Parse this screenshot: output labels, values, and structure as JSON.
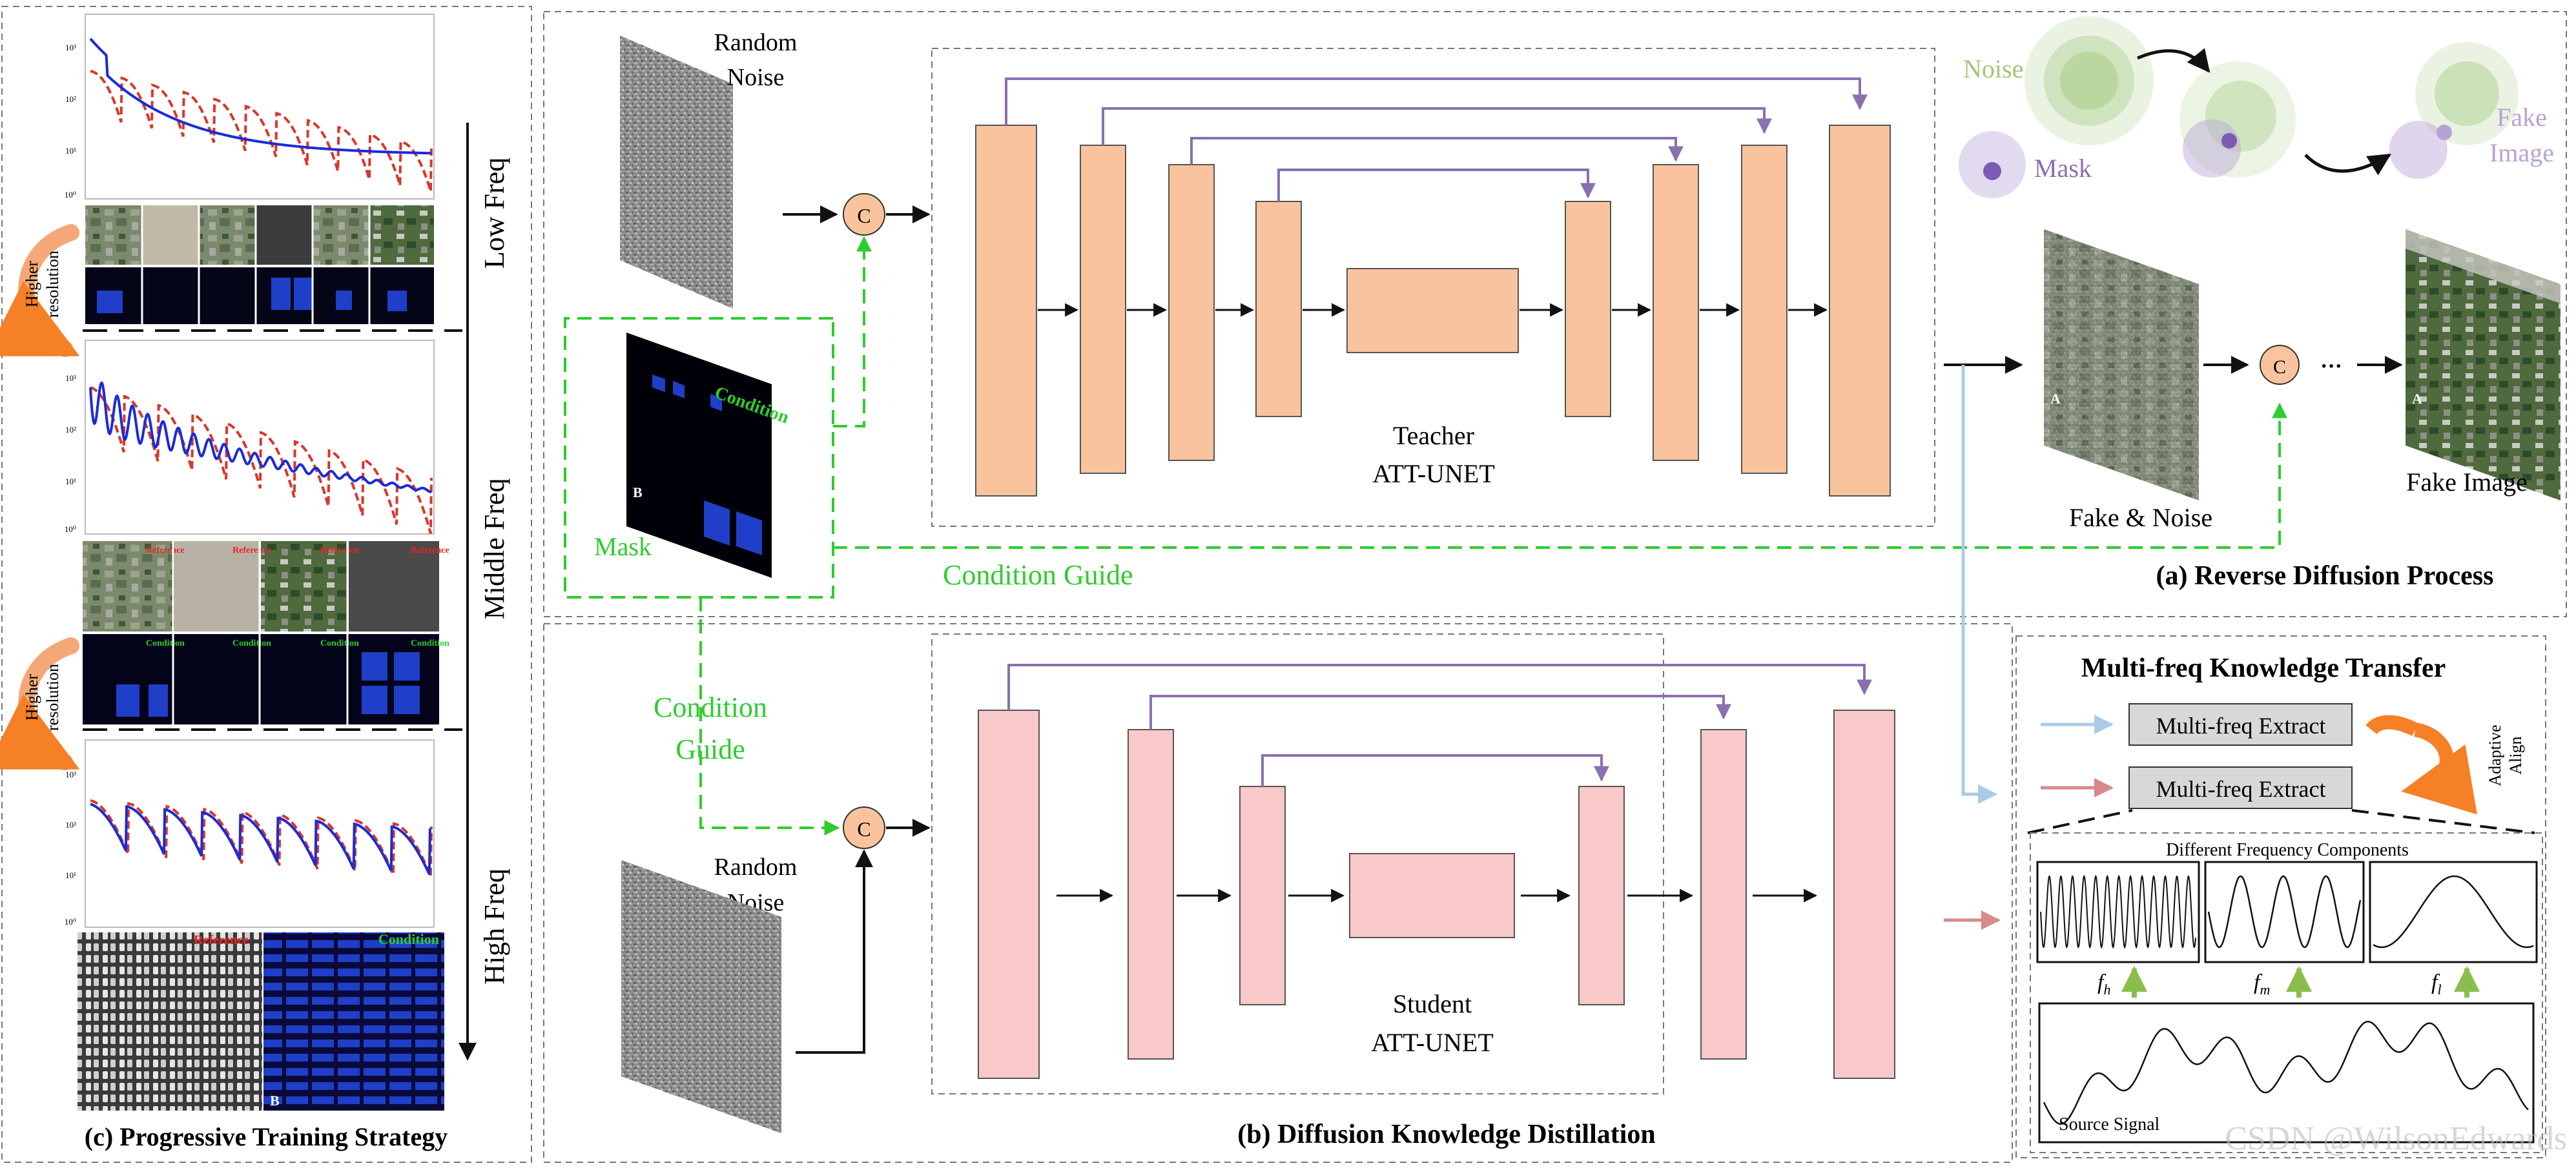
{
  "colors": {
    "teacher_block": "#f9c49d",
    "student_block": "#f9c8c8",
    "skip_arrow": "#8a70b0",
    "guide": "#2ecc2e",
    "concat_node": "#f9c49d",
    "noise_green": "#9ec87a",
    "mask_purple": "#b7a2d4",
    "red_curve": "#d9362b",
    "blue_curve": "#1a2bd8",
    "arrow_blue": "#a9cbe8",
    "arrow_red": "#d88a8a",
    "arrow_orange": "#f58025",
    "arrow_green": "#8bbd4a"
  },
  "labels": {
    "random_noise_top": [
      "Random",
      "Noise"
    ],
    "random_noise_bottom": [
      "Random",
      "Noise"
    ],
    "concat": "C",
    "mask": "Mask",
    "condition_guide_top": "Condition Guide",
    "condition_guide_bottom": [
      "Condition",
      "Guide"
    ],
    "teacher": [
      "Teacher",
      "ATT-UNET"
    ],
    "student": [
      "Student",
      "ATT-UNET"
    ],
    "fake_noise": "Fake & Noise",
    "fake_image": "Fake Image",
    "legend_noise": "Noise",
    "legend_mask": "Mask",
    "legend_fake": [
      "Fake",
      "Image"
    ],
    "dots": "···",
    "mask_img_corner": "B",
    "mask_img_condition": "Condition",
    "fake_img_corner": "A"
  },
  "panels": {
    "a": "(a) Reverse Diffusion Process",
    "b": "(b) Diffusion Knowledge Distillation",
    "c": "(c) Progressive Training Strategy"
  },
  "progressive": {
    "low": "Low Freq",
    "middle": "Middle Freq",
    "high": "High Freq",
    "higher_resolution": [
      "Higher",
      "resolution"
    ],
    "thumb_reference": "Reference",
    "thumb_condition": "Condition",
    "y_ticks": [
      "10³",
      "10²",
      "10¹",
      "10⁰"
    ]
  },
  "transfer": {
    "title": "Multi-freq Knowledge Transfer",
    "extract1": "Multi-freq Extract",
    "extract2": "Multi-freq Extract",
    "adaptive": [
      "Adaptive",
      "Align"
    ],
    "components_title": "Different Frequency Components",
    "fh": "f",
    "fh_sub": "h",
    "fm": "f",
    "fm_sub": "m",
    "fl": "f",
    "fl_sub": "l",
    "source": "Source Signal"
  },
  "watermark": "CSDN @WilsonEdwards"
}
